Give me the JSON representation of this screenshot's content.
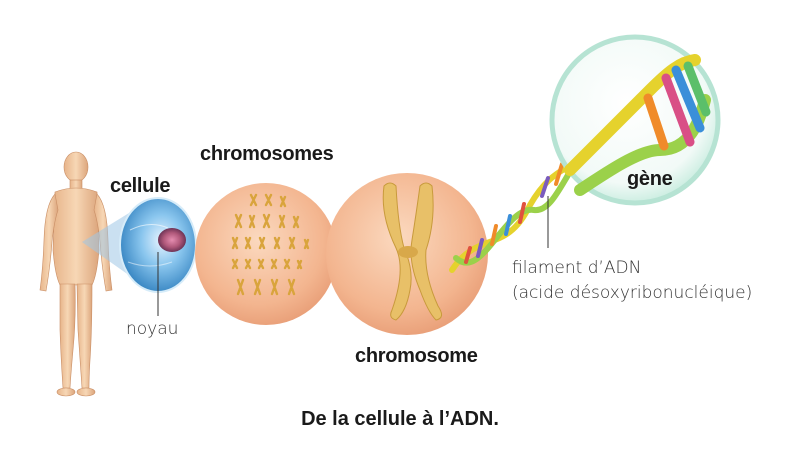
{
  "labels": {
    "cell": "cellule",
    "chromosomes": "chromosomes",
    "nucleus": "noyau",
    "chromosome": "chromosome",
    "gene": "gène",
    "dna_line1": "filament d’ADN",
    "dna_line2": "(acide désoxyribonucléique)"
  },
  "caption": "De la cellule à l’ADN.",
  "colors": {
    "disc_fill": "#f3b58f",
    "disc_edge": "#e9a27c",
    "cell_blue": "#6fb6e6",
    "nucleus": "#b0587a",
    "skin": "#f0c79e",
    "chromosome_gold": "#e8c068",
    "gene_ring": "#9fd3c0"
  }
}
